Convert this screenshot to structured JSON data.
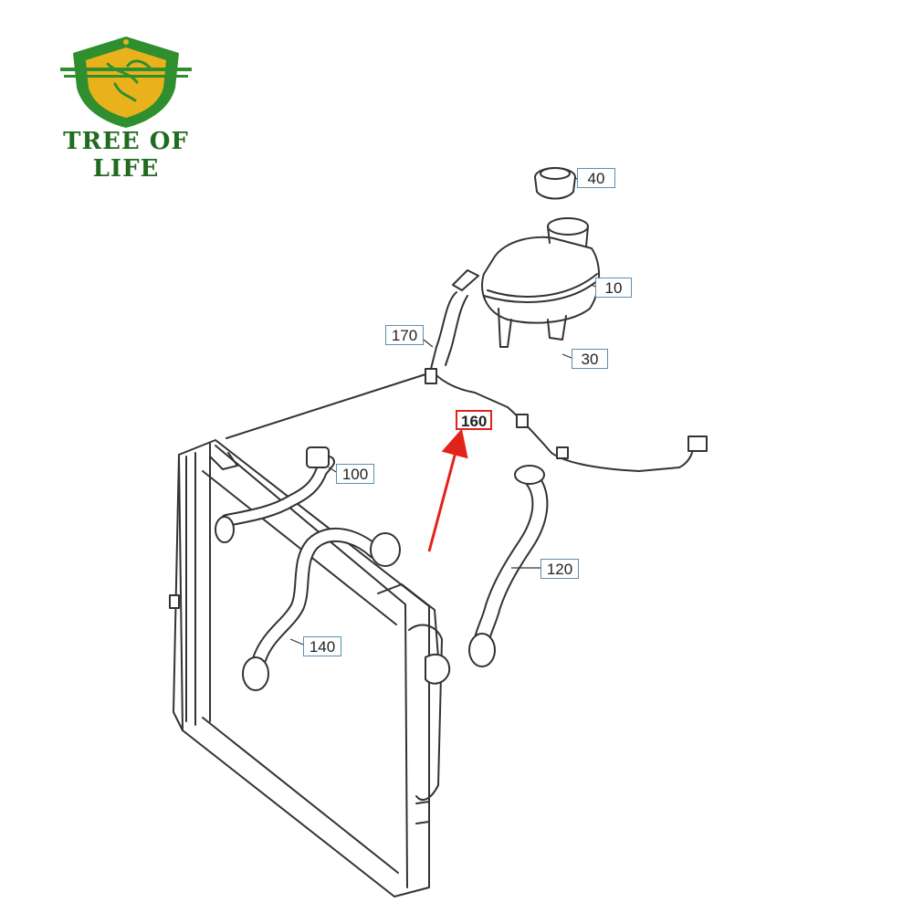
{
  "brand": {
    "name": "TREE OF LIFE",
    "logo_icon": "shield-tree-icon",
    "colors": {
      "green": "#2f8f2f",
      "gold": "#e9b21c",
      "dark_green": "#1f6b1f"
    }
  },
  "colors": {
    "callout_border": "#5a8fb4",
    "highlight": "#e2231a",
    "line": "#333333"
  },
  "callouts": [
    {
      "id": "10",
      "label": "10"
    },
    {
      "id": "30",
      "label": "30"
    },
    {
      "id": "40",
      "label": "40"
    },
    {
      "id": "100",
      "label": "100"
    },
    {
      "id": "120",
      "label": "120"
    },
    {
      "id": "140",
      "label": "140"
    },
    {
      "id": "160",
      "label": "160",
      "highlighted": true
    },
    {
      "id": "170",
      "label": "170"
    }
  ],
  "pointer_arrow": {
    "color": "#e2231a",
    "target": "160"
  }
}
